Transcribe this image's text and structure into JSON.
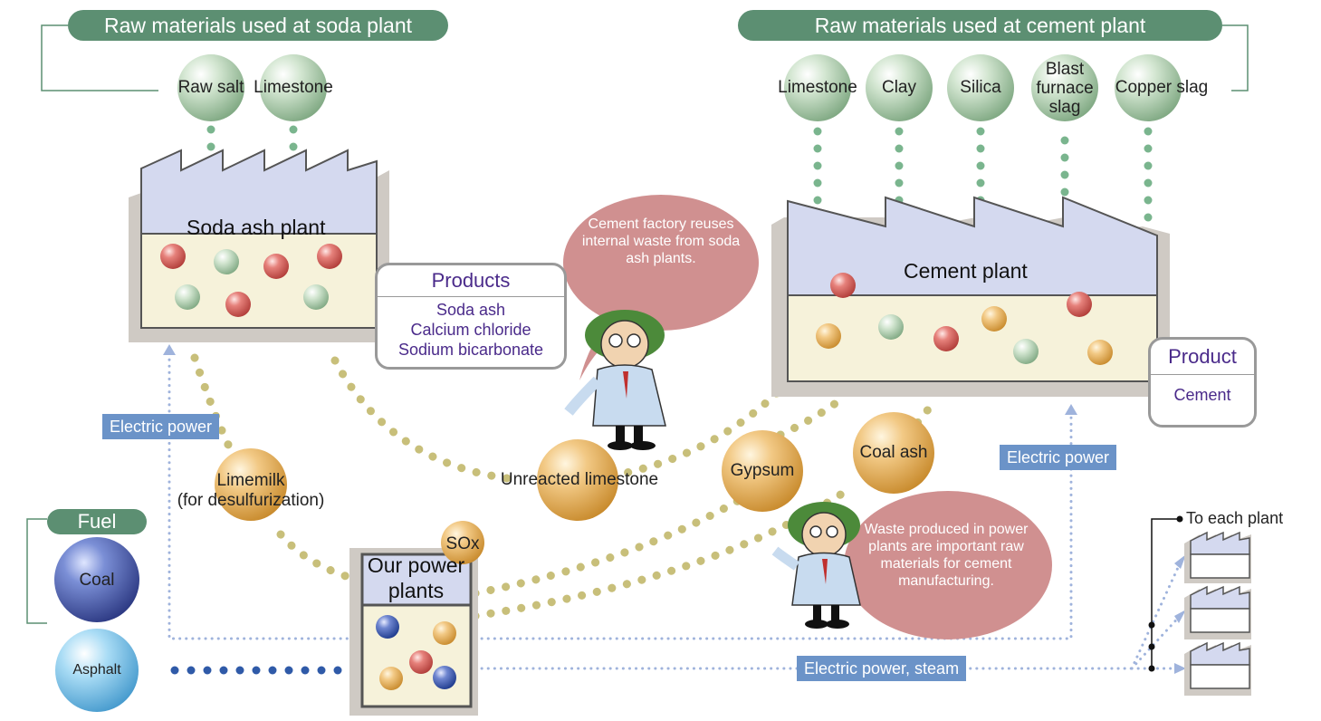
{
  "headers": {
    "soda": "Raw materials used at soda plant",
    "cement": "Raw materials used at cement plant",
    "fuel": "Fuel"
  },
  "soda_inputs": [
    "Raw salt",
    "Limestone"
  ],
  "cement_inputs": [
    "Limestone",
    "Clay",
    "Silica",
    "Blast furnace slag",
    "Copper slag"
  ],
  "plants": {
    "soda": "Soda ash plant",
    "cement": "Cement plant",
    "power": "Our power plants"
  },
  "products_soda": {
    "title": "Products",
    "items": [
      "Soda ash",
      "Calcium chloride",
      "Sodium bicarbonate"
    ]
  },
  "product_cement": {
    "title": "Product",
    "item": "Cement"
  },
  "speech": {
    "top": "Cement factory reuses internal waste from soda ash plants.",
    "bottom": "Waste produced in power plants are important raw materials for cement manufacturing."
  },
  "flows": {
    "unreacted_limestone": "Unreacted limestone",
    "gypsum": "Gypsum",
    "coal_ash": "Coal ash",
    "limemilk": "Limemilk",
    "limemilk_note": "(for desulfurization)",
    "sox": "SOx",
    "electric_power_left": "Electric power",
    "electric_power_right": "Electric power",
    "electric_power_steam": "Electric power, steam",
    "to_each_plant": "To each plant"
  },
  "fuels": [
    "Coal",
    "Asphalt"
  ],
  "colors": {
    "header_green": "#5c8f72",
    "blue_label": "#6b93c8",
    "speech_pink": "#d09090",
    "dot_khaki": "#c8bf7a",
    "dot_green": "#7ab58e",
    "plant_top": "#d4d9ef",
    "plant_body": "#f6f2da"
  }
}
